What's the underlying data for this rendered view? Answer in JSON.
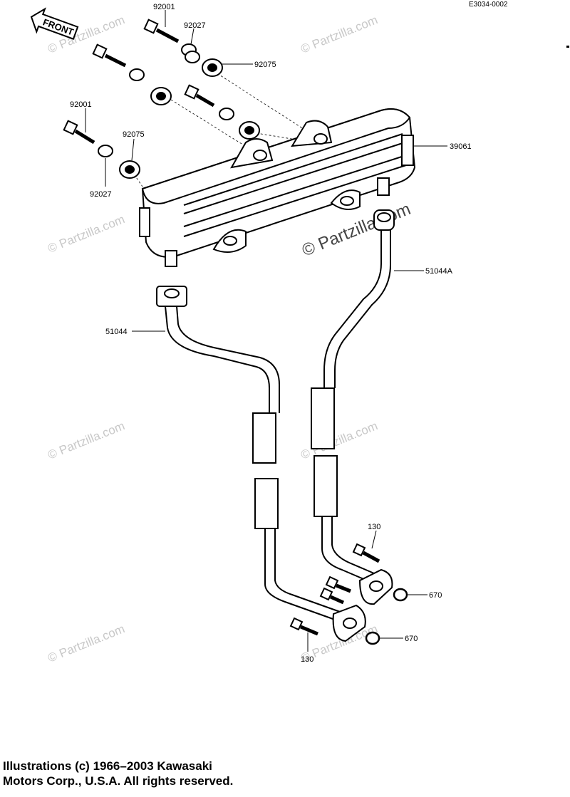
{
  "diagram_code": "E3034-0002",
  "front_label": "FRONT",
  "watermark": "© Partzilla.com",
  "parts": {
    "bolt_a_top": "92001",
    "collar_top": "92027",
    "grommet_top": "92075",
    "bolt_a_left": "92001",
    "grommet_left": "92075",
    "collar_left": "92027",
    "cooler": "39061",
    "pipe_right": "51044A",
    "pipe_left": "51044",
    "bolt_b_upper": "130",
    "oring_upper": "670",
    "oring_lower": "670",
    "bolt_b_lower": "130"
  },
  "caption": {
    "line1": "Illustrations (c) 1966–2003 Kawasaki",
    "line2": "Motors Corp., U.S.A.  All rights reserved."
  }
}
